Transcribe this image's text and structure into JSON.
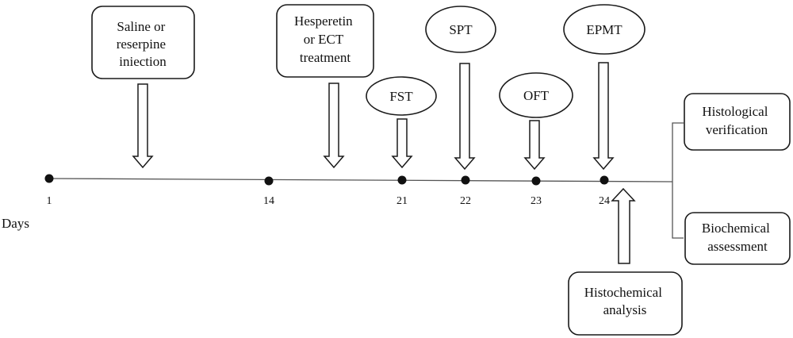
{
  "axis_label": "Days",
  "days": [
    "1",
    "14",
    "21",
    "22",
    "23",
    "24"
  ],
  "events": {
    "saline": [
      "Saline or",
      "reserpine",
      "iniection"
    ],
    "hesperetin": [
      "Hesperetin",
      "or ECT",
      "treatment"
    ],
    "fst": "FST",
    "spt": "SPT",
    "oft": "OFT",
    "epmt": "EPMT",
    "histochemical": [
      "Histochemical",
      "analysis"
    ],
    "histological": [
      "Histological",
      "verification"
    ],
    "biochemical": [
      "Biochemical",
      "assessment"
    ]
  }
}
